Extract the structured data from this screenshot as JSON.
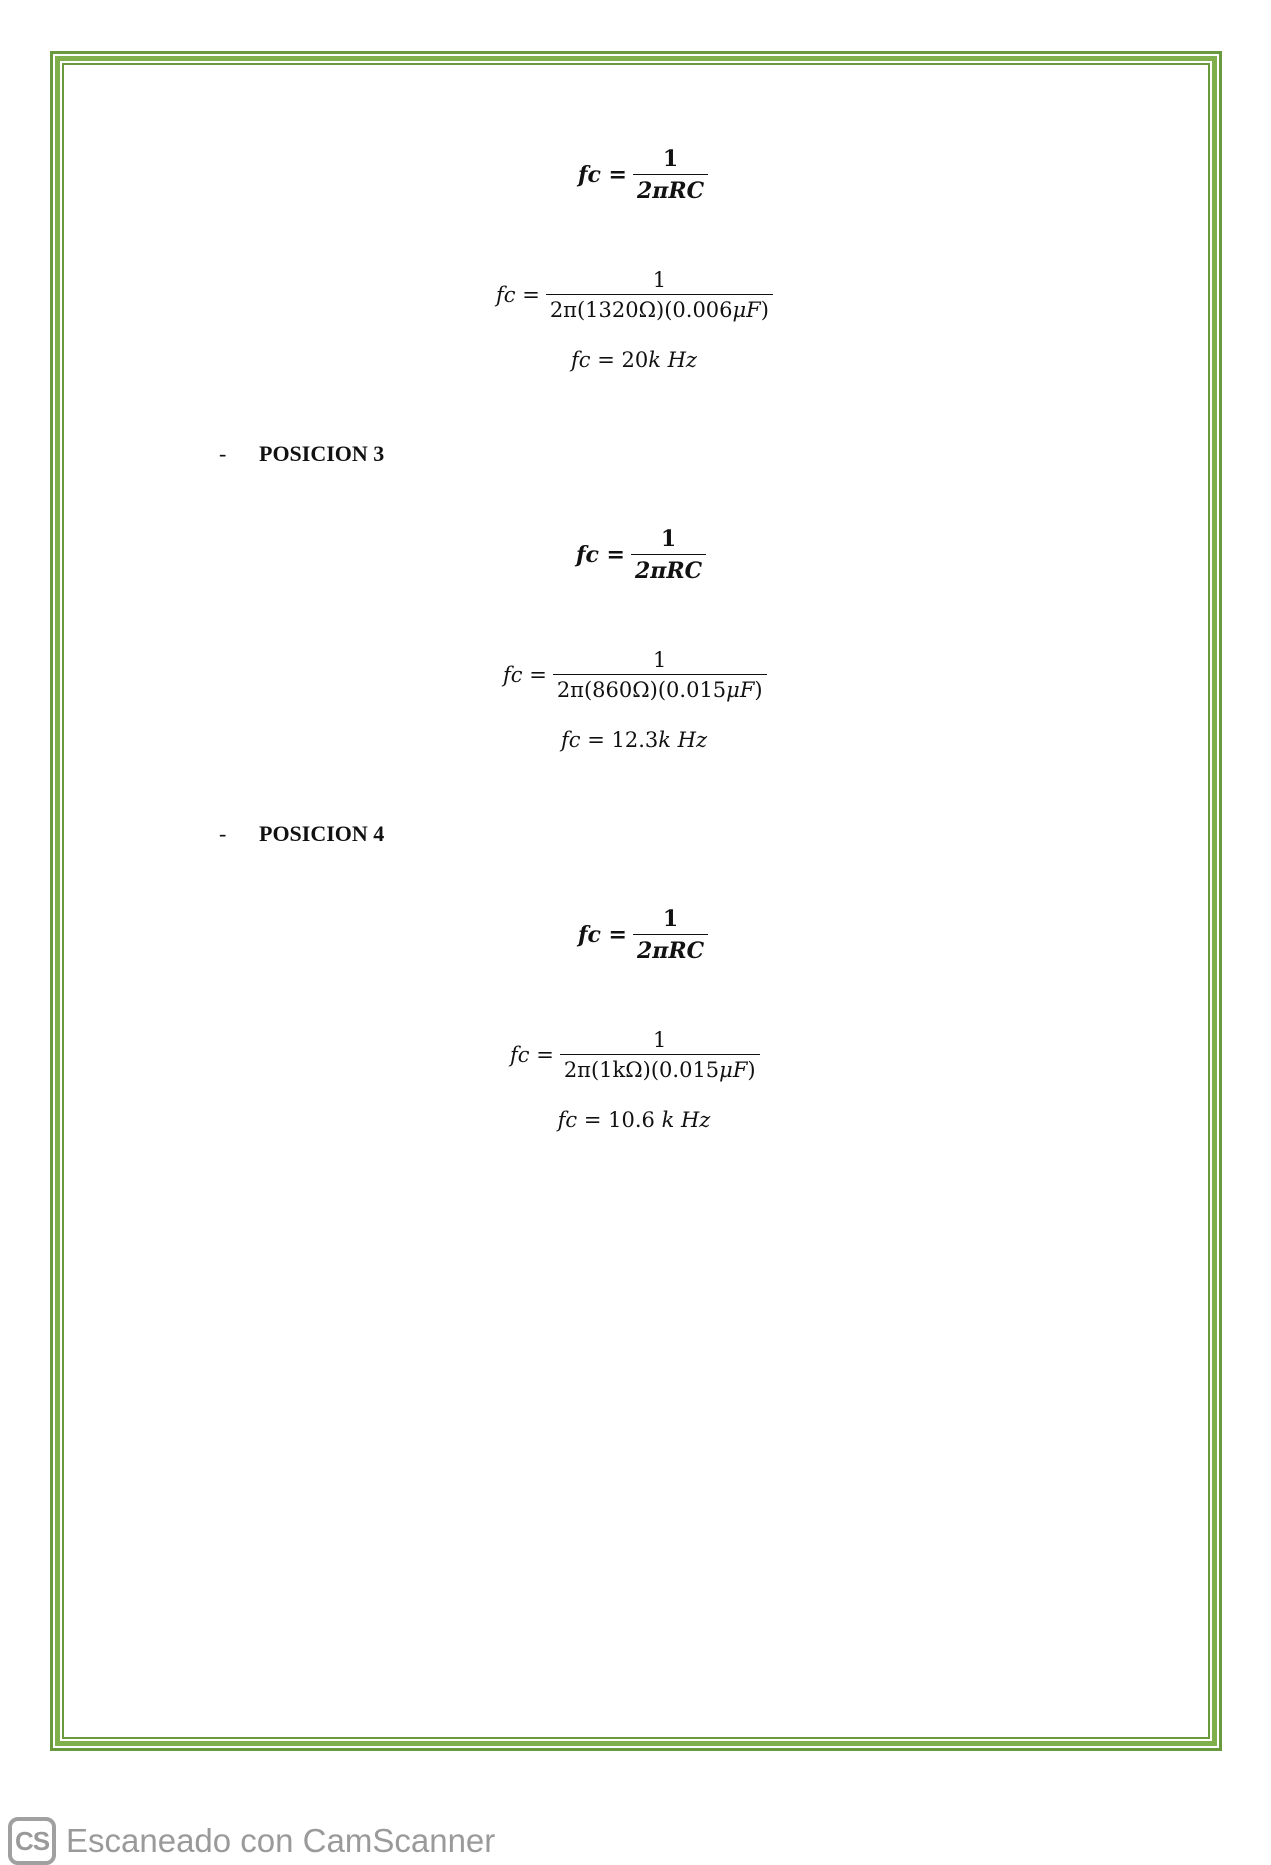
{
  "blocks": [
    {
      "general": {
        "lhs": "fc =",
        "num": "1",
        "den": "2πRC"
      },
      "substituted": {
        "lhs": "fc =",
        "num": "1",
        "den_pre": "2π(1320Ω)(0.006",
        "den_unit": "μF",
        "den_post": ")"
      },
      "result": {
        "lhs": "fc = ",
        "value": "20",
        "unit": "k Hz"
      }
    },
    {
      "section": {
        "dash": "-",
        "title": "POSICION 3"
      },
      "general": {
        "lhs": "fc =",
        "num": "1",
        "den": "2πRC"
      },
      "substituted": {
        "lhs": "fc =",
        "num": "1",
        "den_pre": "2π(860Ω)(0.015",
        "den_unit": "μF",
        "den_post": ")"
      },
      "result": {
        "lhs": "fc = ",
        "value": "12.3",
        "unit": "k Hz"
      }
    },
    {
      "section": {
        "dash": "-",
        "title": "POSICION 4"
      },
      "general": {
        "lhs": "fc =",
        "num": "1",
        "den": "2πRC"
      },
      "substituted": {
        "lhs": "fc =",
        "num": "1",
        "den_pre": "2π(1kΩ)(0.015",
        "den_unit": "μF",
        "den_post": ")"
      },
      "result": {
        "lhs": "fc = ",
        "value": "10.6 ",
        "unit": "k Hz"
      }
    }
  ],
  "footer": {
    "logo_text": "CS",
    "text": "Escaneado con CamScanner"
  },
  "colors": {
    "border_green": "#7fb04c",
    "border_dark_green": "#6a9a3e",
    "watermark_gray": "#9a9a9a"
  }
}
